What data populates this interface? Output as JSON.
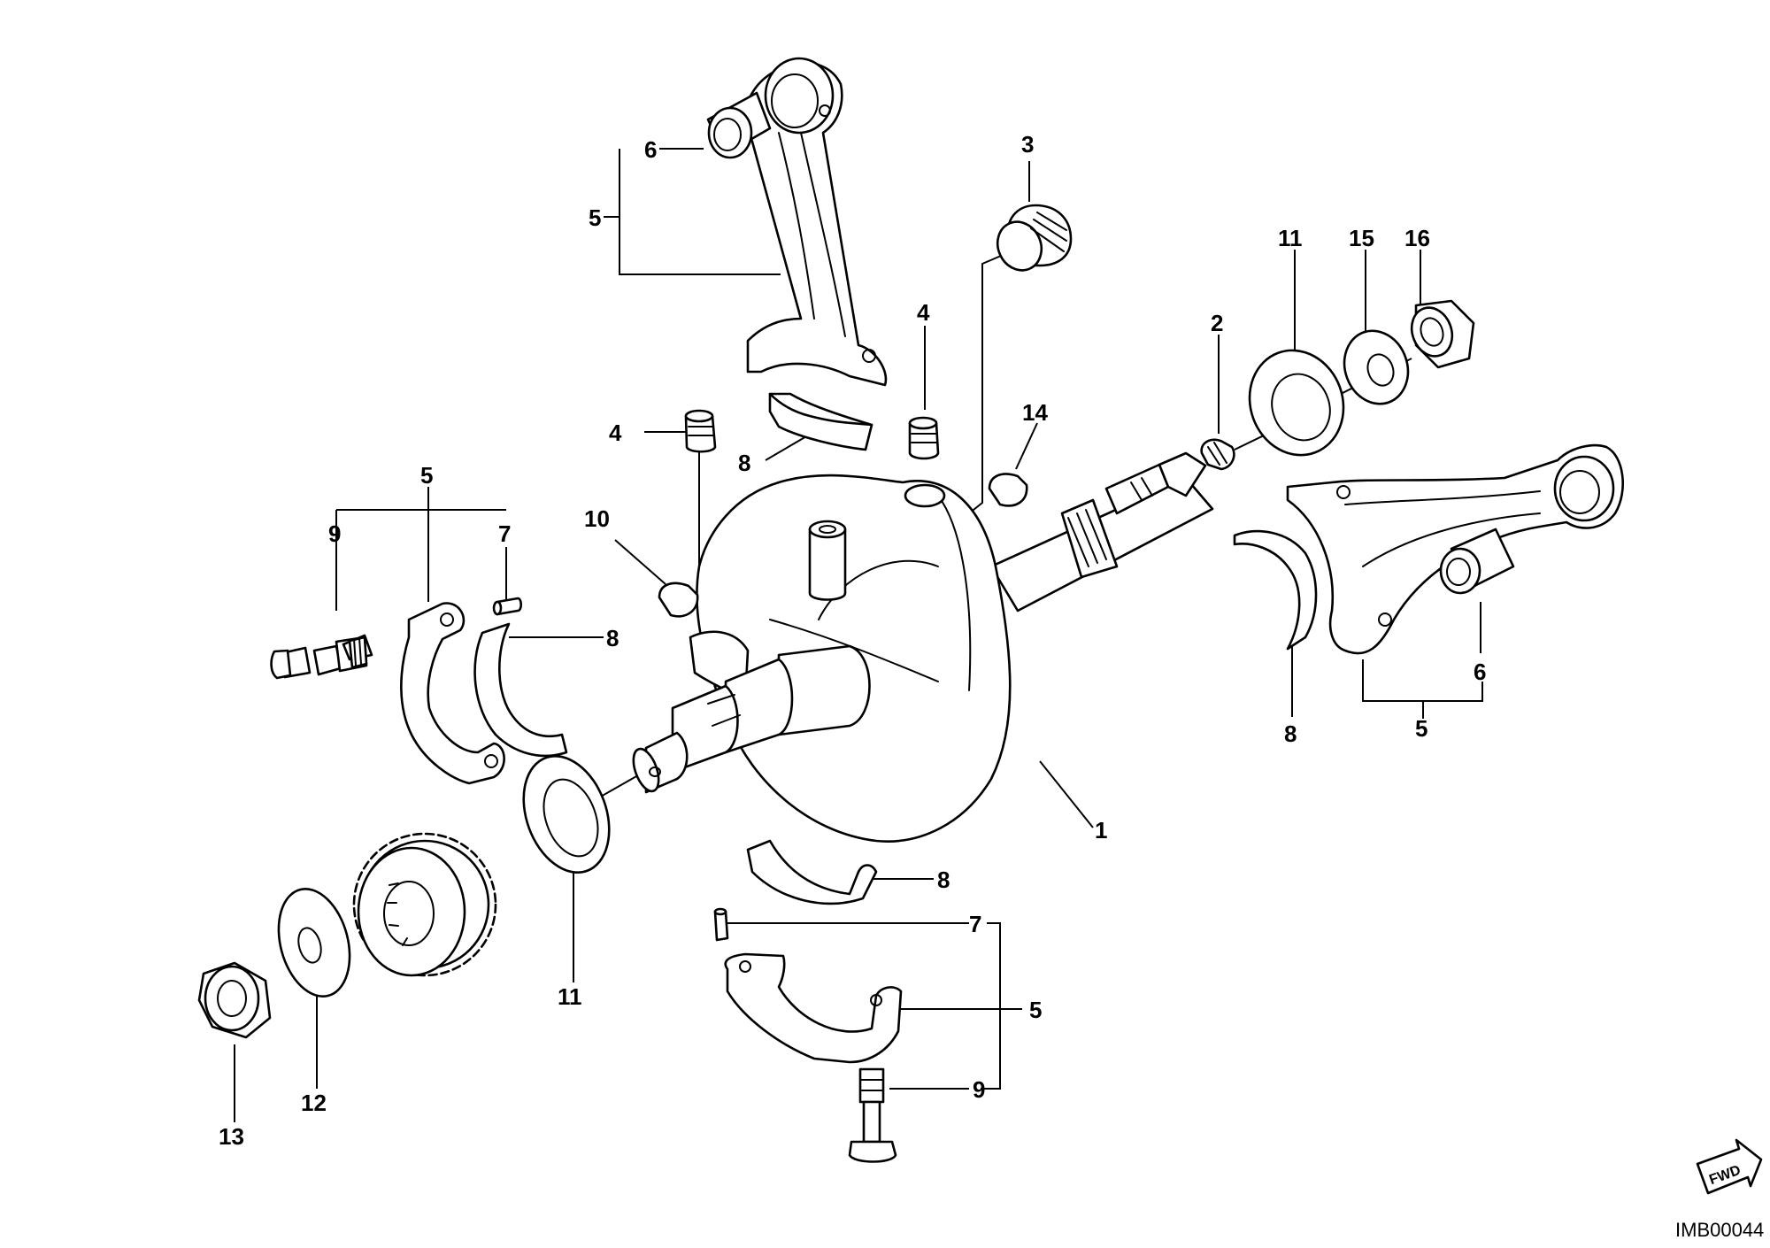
{
  "diagram": {
    "reference_code": "IMB00044",
    "fwd_label": "FWD",
    "callouts": {
      "c1": "1",
      "c2": "2",
      "c3": "3",
      "c4a": "4",
      "c4b": "4",
      "c5_top": "5",
      "c5_left": "5",
      "c5_right": "5",
      "c5_bottom": "5",
      "c6_top": "6",
      "c6_right": "6",
      "c7_left": "7",
      "c7_bottom": "7",
      "c8_top": "8",
      "c8_left": "8",
      "c8_right": "8",
      "c8_bottom": "8",
      "c9_left": "9",
      "c9_bottom": "9",
      "c10": "10",
      "c11_left": "11",
      "c11_right": "11",
      "c12": "12",
      "c13": "13",
      "c14": "14",
      "c15": "15",
      "c16": "16"
    }
  }
}
